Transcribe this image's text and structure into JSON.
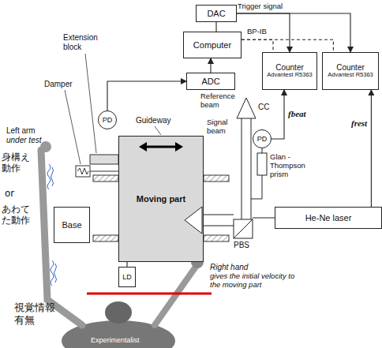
{
  "diagram": {
    "nodes": [
      {
        "text": [
          "DAC"
        ]
      },
      {
        "text": [
          "Computer"
        ]
      },
      {
        "text": [
          "ADC"
        ]
      },
      {
        "text": [
          "Counter",
          "Advantest R5363"
        ]
      },
      {
        "text": [
          "Counter",
          "Advantest R5363"
        ]
      },
      {
        "text": [
          "PD"
        ]
      },
      {
        "text": [
          "PD"
        ]
      },
      {
        "text": [
          "Base"
        ]
      },
      {
        "text": [
          "Moving part"
        ]
      },
      {
        "text": [
          "LD"
        ]
      },
      {
        "text": [
          "He-Ne laser"
        ]
      }
    ],
    "edges": [
      {
        "from": 0,
        "to": 1,
        "arrow": "none"
      },
      {
        "from": 0,
        "to": 3,
        "arrow": "to",
        "label": "Trigger signal"
      },
      {
        "from": 0,
        "to": 4,
        "arrow": "to"
      },
      {
        "from": 1,
        "to": 3,
        "arrow": "none",
        "label": "BP-IB"
      },
      {
        "from": 1,
        "to": 4,
        "arrow": "none"
      },
      {
        "from": 2,
        "to": 1,
        "arrow": "to"
      },
      {
        "from": 5,
        "to": 2,
        "arrow": "to"
      },
      {
        "from": 6,
        "to": 3,
        "arrow": "to",
        "label": "fbeat"
      },
      {
        "from": 10,
        "to": 4,
        "arrow": "to",
        "label": "frest"
      },
      {
        "from": 9,
        "to": 8,
        "arrow": "none"
      }
    ],
    "labels": [
      "Extension block",
      "Damper",
      "Left arm",
      "under test",
      "Guideway",
      "Reference beam",
      "Signal beam",
      "CC",
      "Glan -Thompson prism",
      "PBS",
      "Right hand",
      "gives the initial velocity to the moving part",
      "身構え動作",
      "or",
      "あわてた動作",
      "視覚情報有無",
      "Experimentalist"
    ]
  }
}
